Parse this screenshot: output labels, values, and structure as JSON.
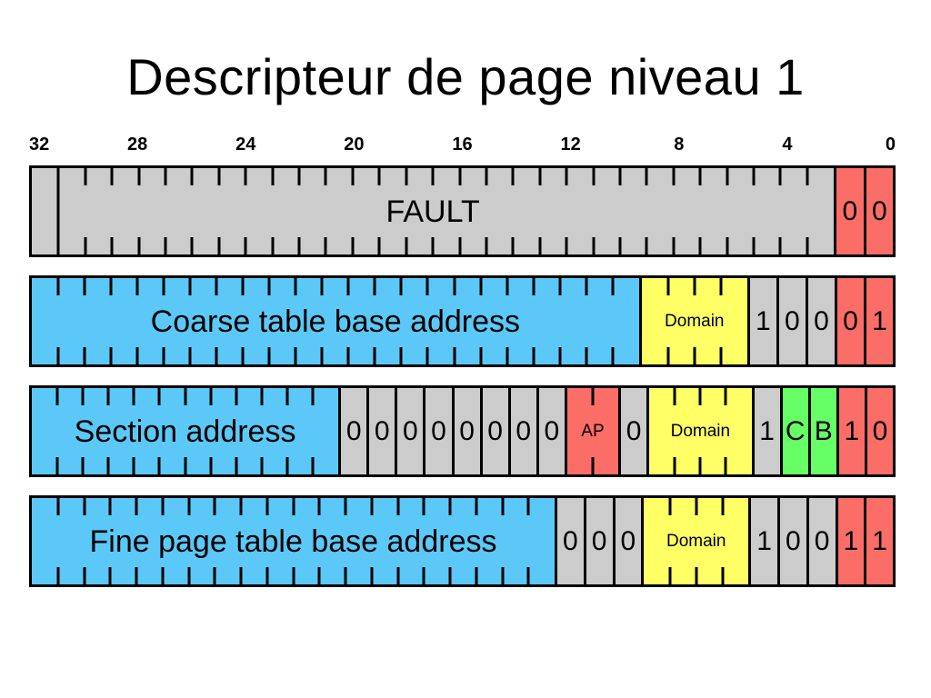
{
  "slide": {
    "title": "Descripteur de page niveau 1",
    "background": "#ffffff"
  },
  "colors": {
    "reserved_gray": "#cccccc",
    "address_blue": "#5cc8f7",
    "domain_yellow": "#ffff66",
    "type_red": "#fb6d67",
    "cache_green": "#66ff66",
    "outline_black": "#000000"
  },
  "bit_scale": {
    "msb": 32,
    "lsb": 0,
    "labels": [
      "32",
      "28",
      "24",
      "20",
      "16",
      "12",
      "8",
      "4",
      "0"
    ],
    "label_bits": [
      32,
      28,
      24,
      20,
      16,
      12,
      8,
      4,
      0
    ]
  },
  "rows": [
    {
      "name": "fault",
      "fields": [
        {
          "label": "FAULT",
          "bits": 30,
          "color": "#cccccc",
          "style": "big",
          "ticks": "edge",
          "full_divider_after_first": true
        },
        {
          "label": "0",
          "bits": 1,
          "color": "#fb6d67",
          "style": "bit",
          "ticks": "none"
        },
        {
          "label": "0",
          "bits": 1,
          "color": "#fb6d67",
          "style": "bit",
          "ticks": "none"
        }
      ]
    },
    {
      "name": "coarse-page-table",
      "fields": [
        {
          "label": "Coarse table base address",
          "bits": 23,
          "color": "#5cc8f7",
          "style": "big",
          "ticks": "edge"
        },
        {
          "label": "Domain",
          "bits": 4,
          "color": "#ffff66",
          "style": "small",
          "ticks": "edge"
        },
        {
          "label": "1",
          "bits": 1,
          "color": "#cccccc",
          "style": "bit",
          "ticks": "none"
        },
        {
          "label": "0",
          "bits": 1,
          "color": "#cccccc",
          "style": "bit",
          "ticks": "none"
        },
        {
          "label": "0",
          "bits": 1,
          "color": "#cccccc",
          "style": "bit",
          "ticks": "none"
        },
        {
          "label": "0",
          "bits": 1,
          "color": "#fb6d67",
          "style": "bit",
          "ticks": "none"
        },
        {
          "label": "1",
          "bits": 1,
          "color": "#fb6d67",
          "style": "bit",
          "ticks": "none"
        }
      ]
    },
    {
      "name": "section",
      "fields": [
        {
          "label": "Section address",
          "bits": 12,
          "color": "#5cc8f7",
          "style": "big",
          "ticks": "edge"
        },
        {
          "label": "0",
          "bits": 1,
          "color": "#cccccc",
          "style": "bit",
          "ticks": "none"
        },
        {
          "label": "0",
          "bits": 1,
          "color": "#cccccc",
          "style": "bit",
          "ticks": "none"
        },
        {
          "label": "0",
          "bits": 1,
          "color": "#cccccc",
          "style": "bit",
          "ticks": "none"
        },
        {
          "label": "0",
          "bits": 1,
          "color": "#cccccc",
          "style": "bit",
          "ticks": "none"
        },
        {
          "label": "0",
          "bits": 1,
          "color": "#cccccc",
          "style": "bit",
          "ticks": "none"
        },
        {
          "label": "0",
          "bits": 1,
          "color": "#cccccc",
          "style": "bit",
          "ticks": "none"
        },
        {
          "label": "0",
          "bits": 1,
          "color": "#cccccc",
          "style": "bit",
          "ticks": "none"
        },
        {
          "label": "0",
          "bits": 1,
          "color": "#cccccc",
          "style": "bit",
          "ticks": "none"
        },
        {
          "label": "AP",
          "bits": 2,
          "color": "#fb6d67",
          "style": "small",
          "ticks": "edge"
        },
        {
          "label": "0",
          "bits": 1,
          "color": "#cccccc",
          "style": "bit",
          "ticks": "none"
        },
        {
          "label": "Domain",
          "bits": 4,
          "color": "#ffff66",
          "style": "small",
          "ticks": "edge"
        },
        {
          "label": "1",
          "bits": 1,
          "color": "#cccccc",
          "style": "bit",
          "ticks": "none"
        },
        {
          "label": "C",
          "bits": 1,
          "color": "#66ff66",
          "style": "bit",
          "ticks": "none"
        },
        {
          "label": "B",
          "bits": 1,
          "color": "#66ff66",
          "style": "bit",
          "ticks": "none"
        },
        {
          "label": "1",
          "bits": 1,
          "color": "#fb6d67",
          "style": "bit",
          "ticks": "none"
        },
        {
          "label": "0",
          "bits": 1,
          "color": "#fb6d67",
          "style": "bit",
          "ticks": "none"
        }
      ]
    },
    {
      "name": "fine-page-table",
      "fields": [
        {
          "label": "Fine page table base address",
          "bits": 20,
          "color": "#5cc8f7",
          "style": "big",
          "ticks": "edge"
        },
        {
          "label": "0",
          "bits": 1,
          "color": "#cccccc",
          "style": "bit",
          "ticks": "none"
        },
        {
          "label": "0",
          "bits": 1,
          "color": "#cccccc",
          "style": "bit",
          "ticks": "none"
        },
        {
          "label": "0",
          "bits": 1,
          "color": "#cccccc",
          "style": "bit",
          "ticks": "none"
        },
        {
          "label": "Domain",
          "bits": 4,
          "color": "#ffff66",
          "style": "small",
          "ticks": "edge"
        },
        {
          "label": "1",
          "bits": 1,
          "color": "#cccccc",
          "style": "bit",
          "ticks": "none"
        },
        {
          "label": "0",
          "bits": 1,
          "color": "#cccccc",
          "style": "bit",
          "ticks": "none"
        },
        {
          "label": "0",
          "bits": 1,
          "color": "#cccccc",
          "style": "bit",
          "ticks": "none"
        },
        {
          "label": "1",
          "bits": 1,
          "color": "#fb6d67",
          "style": "bit",
          "ticks": "none"
        },
        {
          "label": "1",
          "bits": 1,
          "color": "#fb6d67",
          "style": "bit",
          "ticks": "none"
        }
      ]
    }
  ]
}
